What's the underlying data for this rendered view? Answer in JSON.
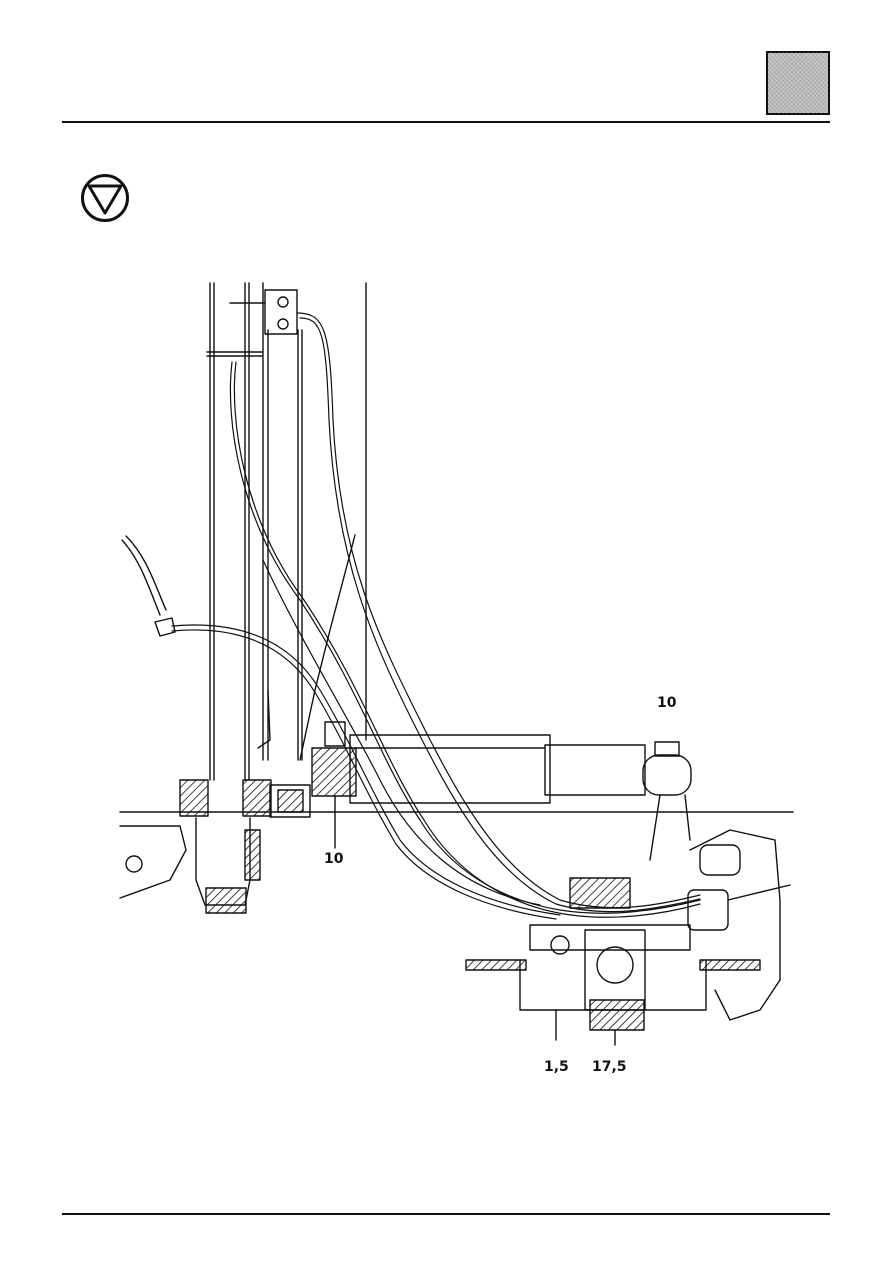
{
  "header": {
    "corner_tab_color": "#c9c9c9"
  },
  "icons": {
    "warning": "down-triangle-in-circle-icon"
  },
  "diagram": {
    "torque_labels": {
      "shock_upper_mount": "10",
      "shock_lower_mount": "10",
      "caliper_bolt": "1,5",
      "hub_nut": "17,5"
    }
  }
}
